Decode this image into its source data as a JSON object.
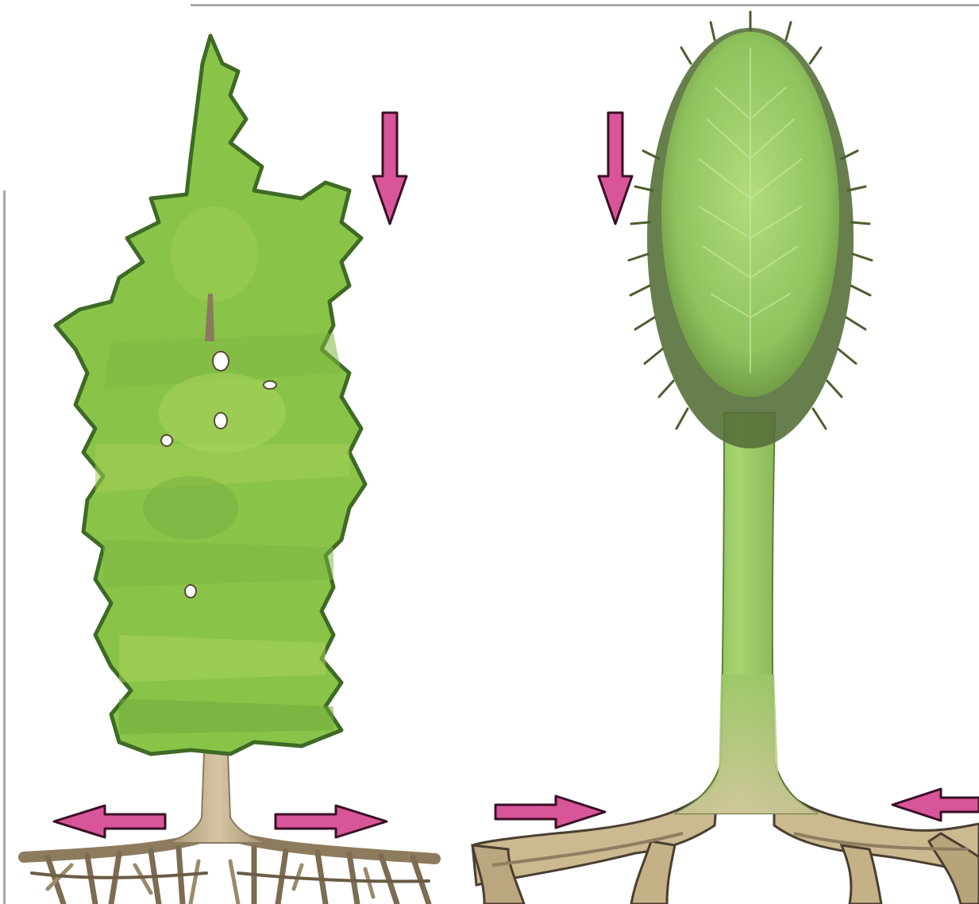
{
  "colors": {
    "arrow_fill": "#d9559a",
    "arrow_stroke": "#3a0f26",
    "spruce_foliage": "#8cc84a",
    "spruce_foliage_dark": "#4f7d2a",
    "spruce_foliage_light": "#b6dc62",
    "palm_crown": "#93c763",
    "palm_crown_edge": "#56703a",
    "palm_trunk": "#8fbf5f",
    "root_color": "#c8b48e",
    "root_dark": "#6f604a",
    "frame_line": "#a9a9a9"
  },
  "icons": {
    "spruce": "conifer-tree-icon",
    "palm": "club-moss-tree-icon",
    "arrow": "pink-arrow-icon"
  },
  "arrows": [
    {
      "id": "spruce-top",
      "direction": "down"
    },
    {
      "id": "spruce-root-left",
      "direction": "left"
    },
    {
      "id": "spruce-root-right",
      "direction": "right"
    },
    {
      "id": "palm-top",
      "direction": "down"
    },
    {
      "id": "palm-root-left",
      "direction": "right"
    },
    {
      "id": "palm-root-right",
      "direction": "left"
    }
  ]
}
